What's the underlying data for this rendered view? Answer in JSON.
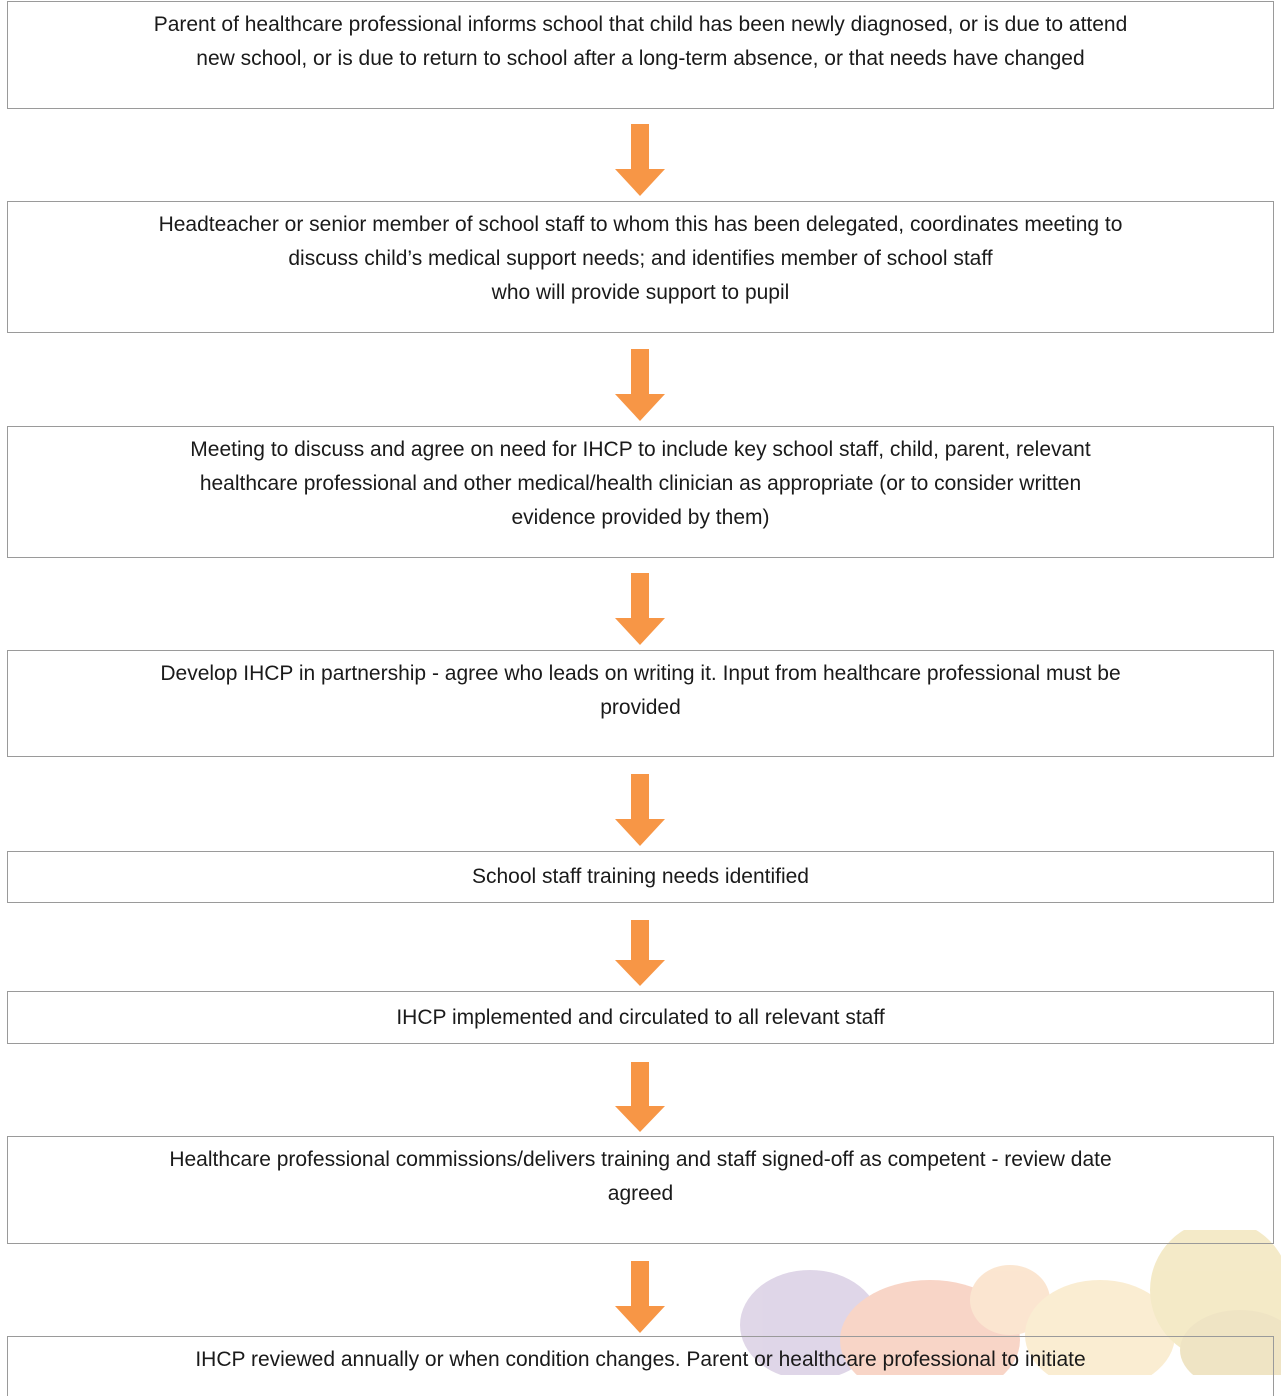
{
  "flowchart": {
    "steps": [
      "Parent of healthcare professional informs school that child has been newly diagnosed,  or is due to attend\nnew school, or is due to return to school after a long-term absence, or that needs have changed",
      "Headteacher or senior member of school staff to whom this has been delegated, coordinates meeting to\ndiscuss child’s medical support needs; and identifies member of school staff\nwho will provide support to pupil",
      "Meeting to discuss and agree on need for IHCP to include key school staff, child, parent, relevant\nhealthcare professional and other medical/health clinician as appropriate (or to consider written\nevidence provided by them)",
      "Develop IHCP in partnership - agree who leads on writing it. Input from healthcare professional must be\nprovided",
      "School staff training needs identified",
      "IHCP implemented and circulated to all relevant staff",
      "Healthcare professional commissions/delivers training and staff signed-off as competent - review date\nagreed",
      "IHCP reviewed annually or when condition changes.  Parent or healthcare professional to initiate"
    ],
    "arrow_color": "#F79646",
    "border_color": "#9A9A9A"
  }
}
